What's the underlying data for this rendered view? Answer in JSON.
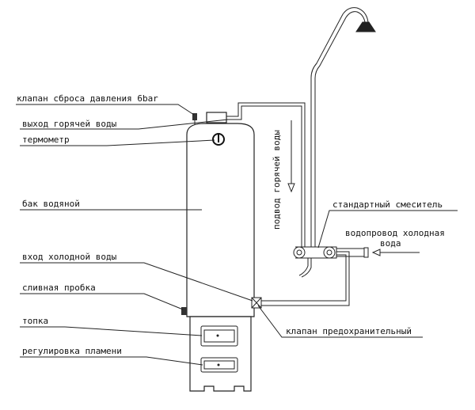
{
  "labels": {
    "relief_valve": "клапан сброса давления 6bar",
    "hot_out": "выход горячей воды",
    "thermometer": "термометр",
    "tank": "бак водяной",
    "cold_in": "вход холодной воды",
    "drain": "сливная пробка",
    "firebox": "топка",
    "flame": "регулировка пламени",
    "safety_valve": "клапан предохранительный",
    "mixer": "стандартный смеситель",
    "cold_main": "водопровод холодная вода",
    "hot_supply": "подвод горячей воды"
  }
}
